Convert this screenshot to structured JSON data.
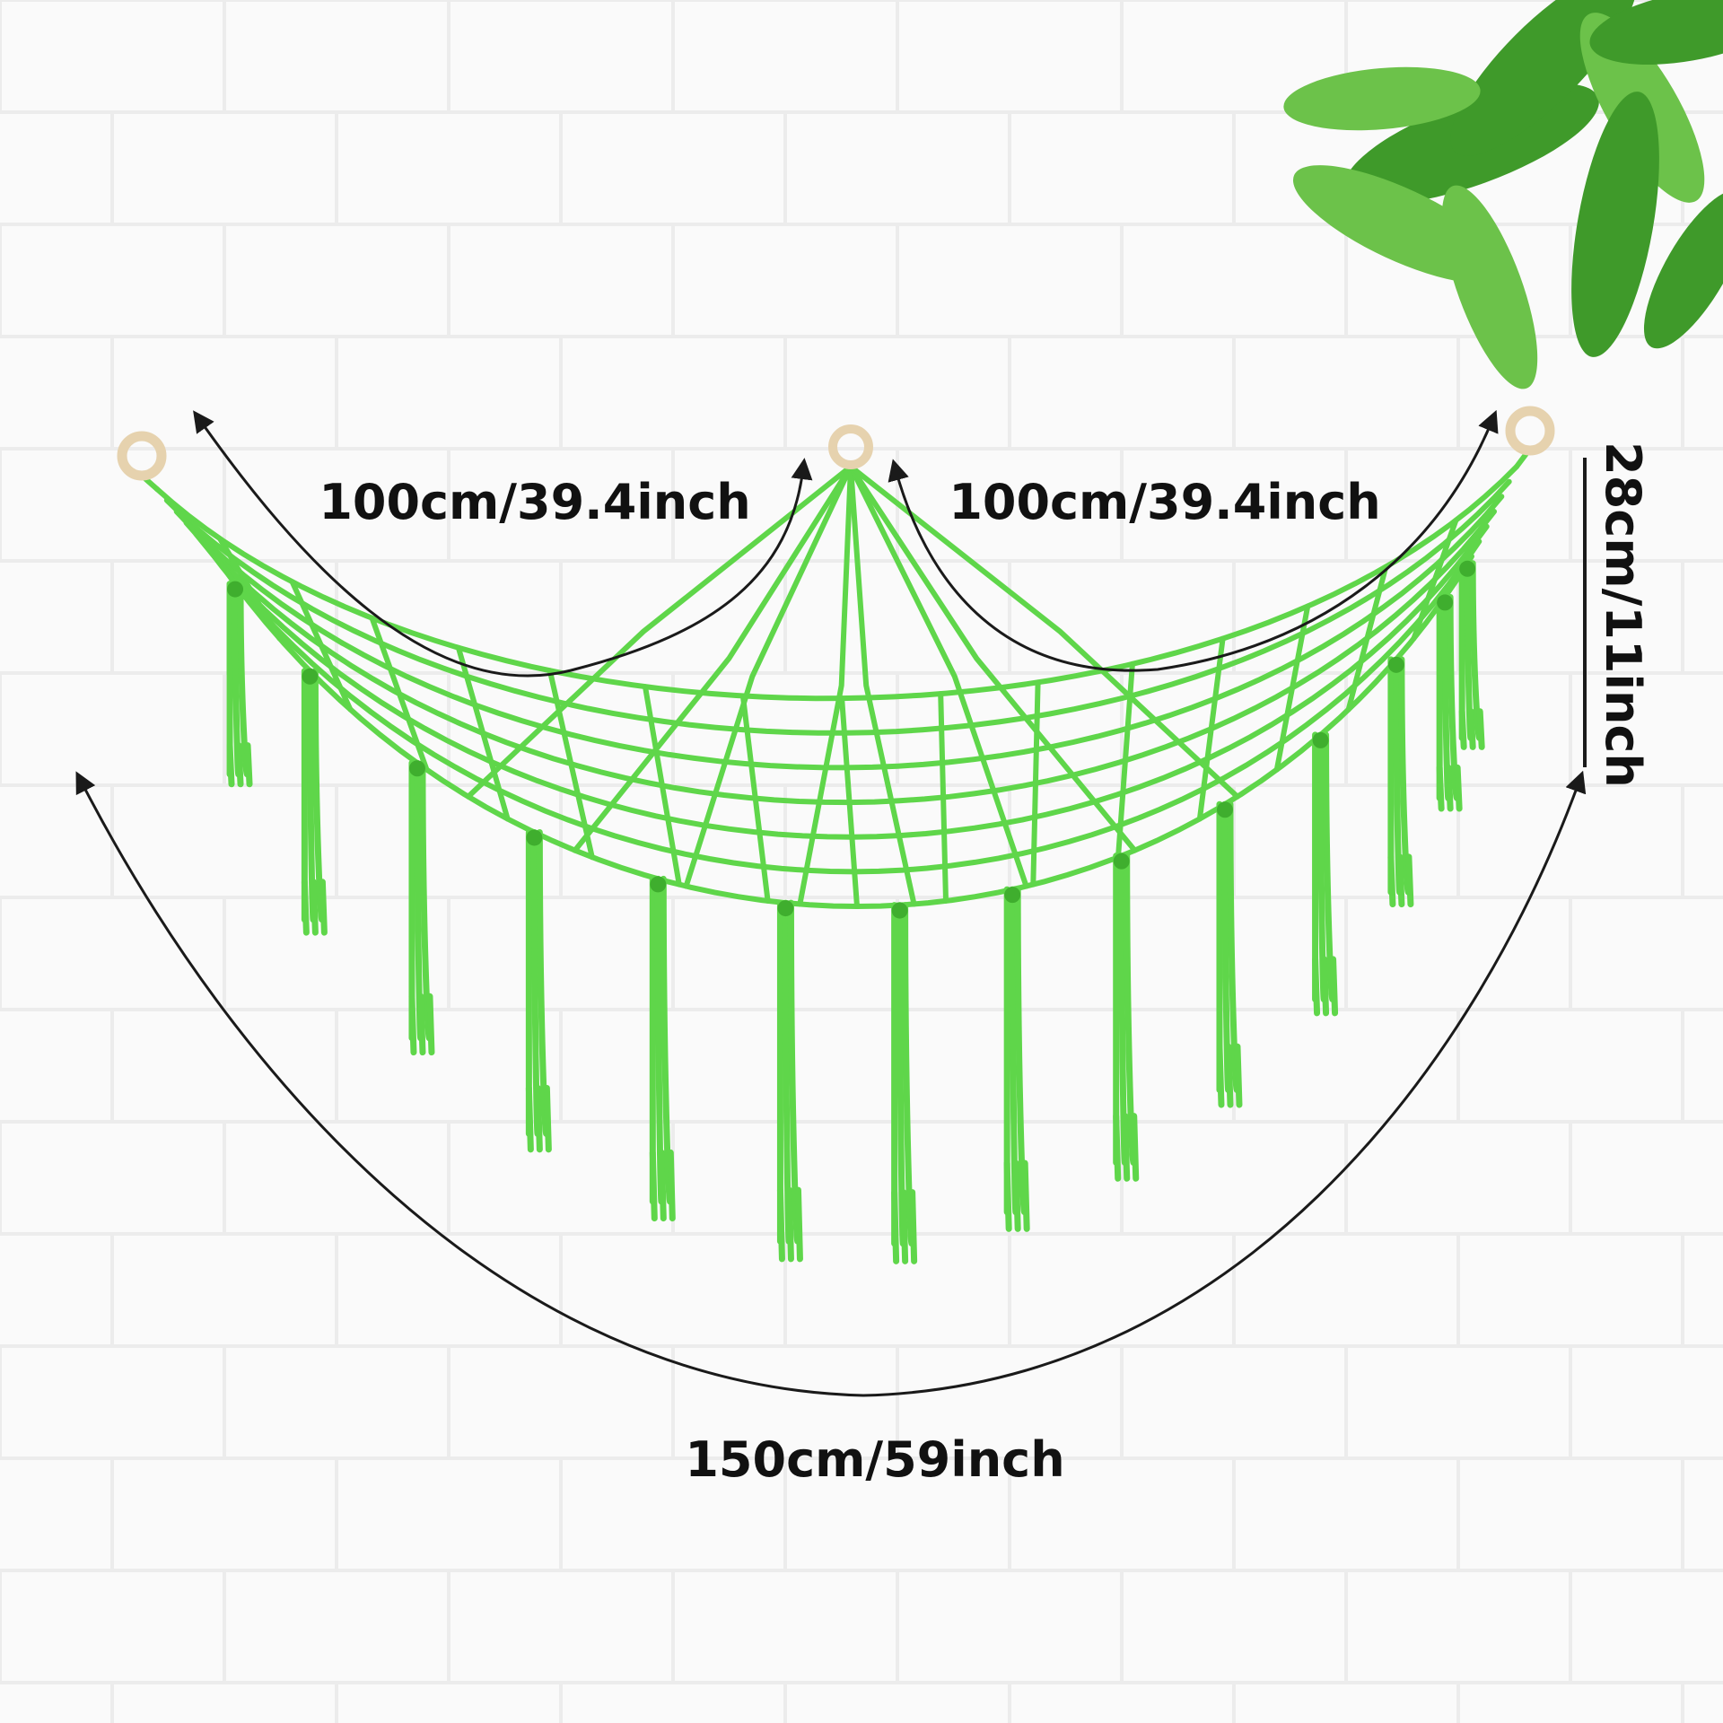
{
  "dimensions": {
    "left_span": "100cm/39.4inch",
    "right_span": "100cm/39.4inch",
    "height": "28cm/11inch",
    "total_length": "150cm/59inch"
  },
  "product": {
    "item": "macrame-toy-hammock-net",
    "rings": 3,
    "tassel_count": 14
  },
  "colors": {
    "net": "#5fd64a",
    "net_dark": "#3fae2e",
    "ring": "#e6d2ae",
    "arrow": "#1a1a1a",
    "wall": "#fafafa",
    "brick_line": "#ececec",
    "leaf": "#3f9a2a",
    "leaf_light": "#6cc24a"
  }
}
